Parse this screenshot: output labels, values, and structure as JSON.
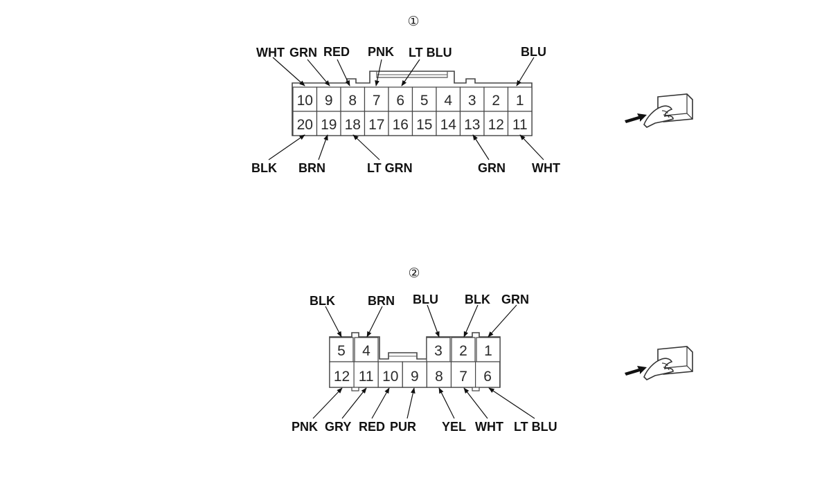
{
  "connector1": {
    "number": "①",
    "top_pins": [
      "10",
      "9",
      "8",
      "7",
      "6",
      "5",
      "4",
      "3",
      "2",
      "1"
    ],
    "bottom_pins": [
      "20",
      "19",
      "18",
      "17",
      "16",
      "15",
      "14",
      "13",
      "12",
      "11"
    ],
    "top_wires": [
      {
        "pin": "10",
        "color": "WHT"
      },
      {
        "pin": "9",
        "color": "GRN"
      },
      {
        "pin": "8",
        "color": "RED"
      },
      {
        "pin": "7",
        "color": "PNK"
      },
      {
        "pin": "6",
        "color": "LT BLU"
      },
      {
        "pin": "1",
        "color": "BLU"
      }
    ],
    "bottom_wires": [
      {
        "pin": "20",
        "color": "BLK"
      },
      {
        "pin": "19",
        "color": "BRN"
      },
      {
        "pin": "18",
        "color": "LT GRN"
      },
      {
        "pin": "13",
        "color": "GRN"
      },
      {
        "pin": "11",
        "color": "WHT"
      }
    ]
  },
  "connector2": {
    "number": "②",
    "top_pins": [
      "5",
      "4",
      "3",
      "2",
      "1"
    ],
    "bottom_pins": [
      "12",
      "11",
      "10",
      "9",
      "8",
      "7",
      "6"
    ],
    "top_wires": [
      {
        "pin": "5",
        "color": "BLK"
      },
      {
        "pin": "4",
        "color": "BRN"
      },
      {
        "pin": "3",
        "color": "BLU"
      },
      {
        "pin": "2",
        "color": "BLK"
      },
      {
        "pin": "1",
        "color": "GRN"
      }
    ],
    "bottom_wires": [
      {
        "pin": "12",
        "color": "PNK"
      },
      {
        "pin": "11",
        "color": "GRY"
      },
      {
        "pin": "10",
        "color": "RED"
      },
      {
        "pin": "9",
        "color": "PUR"
      },
      {
        "pin": "8",
        "color": "YEL"
      },
      {
        "pin": "7",
        "color": "WHT"
      },
      {
        "pin": "6",
        "color": "LT BLU"
      }
    ]
  },
  "icons": [
    "connector-view-hand-icon",
    "connector-view-hand-icon"
  ]
}
